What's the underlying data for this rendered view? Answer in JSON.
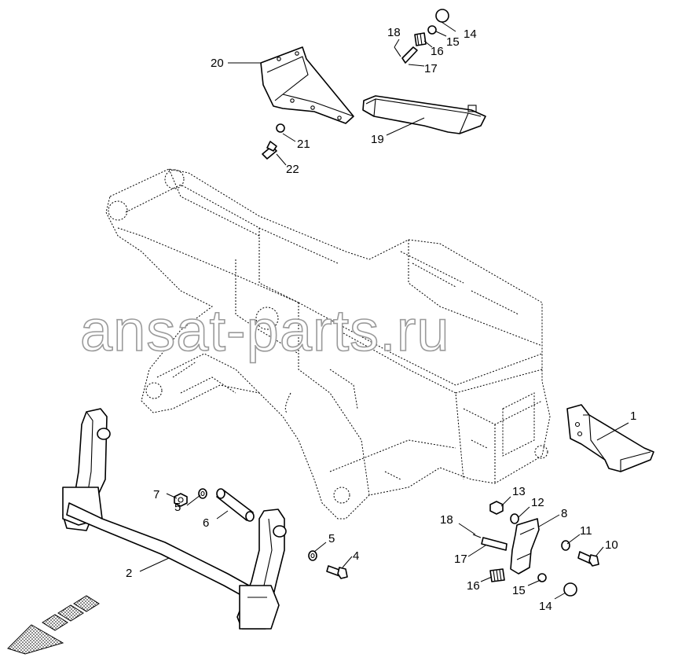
{
  "watermark": "ansat-parts.ru",
  "callouts": {
    "c1": "1",
    "c2": "2",
    "c4": "4",
    "c5a": "5",
    "c5b": "5",
    "c6": "6",
    "c7": "7",
    "c8": "8",
    "c10": "10",
    "c11": "11",
    "c12": "12",
    "c13": "13",
    "c14a": "14",
    "c14b": "14",
    "c15a": "15",
    "c15b": "15",
    "c16a": "16",
    "c16b": "16",
    "c17a": "17",
    "c17b": "17",
    "c18a": "18",
    "c18b": "18",
    "c19": "19",
    "c20": "20",
    "c21": "21",
    "c22": "22"
  },
  "colors": {
    "line": "#000000",
    "watermark_stroke": "#9a9a9a",
    "background": "#ffffff"
  }
}
